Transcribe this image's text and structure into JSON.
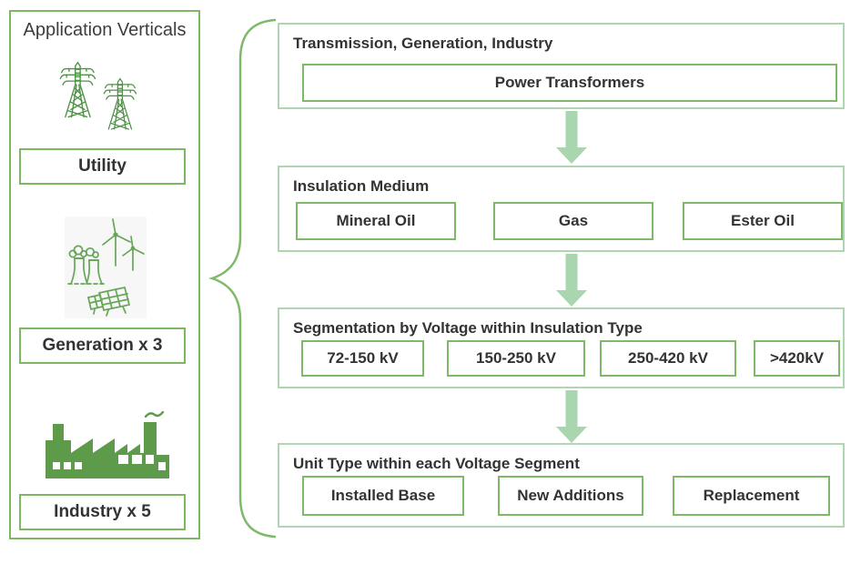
{
  "panel": {
    "title": "Application Verticals",
    "items": [
      {
        "label": "Utility",
        "icon": "transmission-towers"
      },
      {
        "label": "Generation x 3",
        "icon": "generation-mix"
      },
      {
        "label": "Industry x 5",
        "icon": "factory"
      }
    ]
  },
  "flow": {
    "rows": [
      {
        "header": "Transmission, Generation, Industry",
        "boxes": [
          "Power Transformers"
        ]
      },
      {
        "header": "Insulation Medium",
        "boxes": [
          "Mineral Oil",
          "Gas",
          "Ester Oil"
        ]
      },
      {
        "header": "Segmentation by Voltage within Insulation Type",
        "boxes": [
          "72-150 kV",
          "150-250 kV",
          "250-420 kV",
          ">420kV"
        ]
      },
      {
        "header": "Unit Type within each Voltage Segment",
        "boxes": [
          "Installed Base",
          "New Additions",
          "Replacement"
        ]
      }
    ]
  },
  "colors": {
    "panel_border": "#7cb862",
    "outer_box_border": "#aed6b0",
    "inner_box_border": "#7eb969",
    "arrow": "#a9d6ae",
    "brace": "#7fb96a",
    "icon_green": "#4e9147",
    "factory_green": "#5d9a4a",
    "text": "#333333"
  }
}
